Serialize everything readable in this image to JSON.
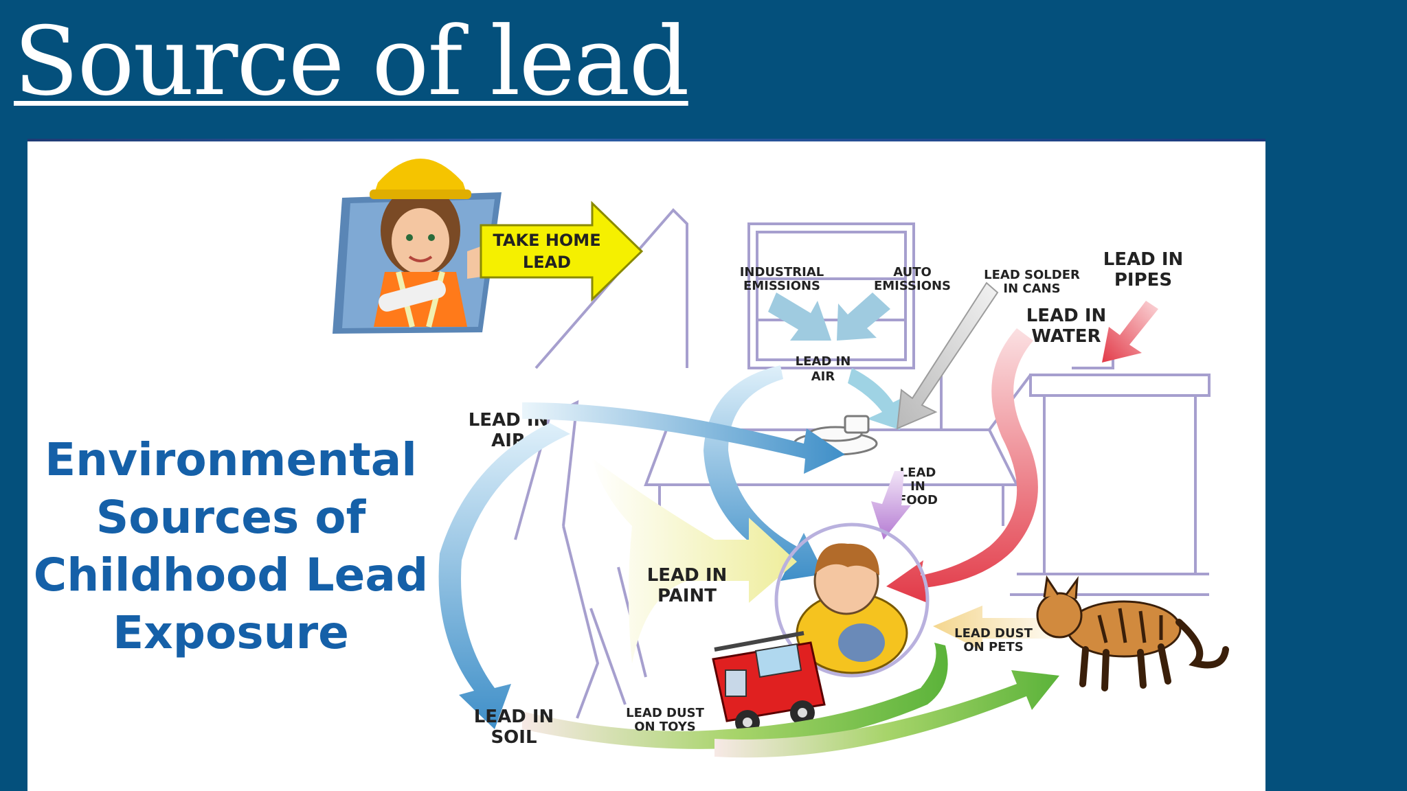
{
  "slide": {
    "title": "Source of lead"
  },
  "diagram": {
    "heading": [
      "Environmental",
      "Sources of",
      "Childhood Lead",
      "Exposure"
    ],
    "labels": {
      "take_home": [
        "TAKE HOME",
        "LEAD"
      ],
      "industrial": [
        "INDUSTRIAL",
        "EMISSIONS"
      ],
      "auto": [
        "AUTO",
        "EMISSIONS"
      ],
      "solder": [
        "LEAD SOLDER",
        "IN CANS"
      ],
      "pipes": [
        "LEAD IN",
        "PIPES"
      ],
      "water": [
        "LEAD IN",
        "WATER"
      ],
      "air_indoor": [
        "LEAD IN",
        "AIR"
      ],
      "air_outdoor": [
        "LEAD IN",
        "AIR"
      ],
      "food": [
        "LEAD",
        "IN",
        "FOOD"
      ],
      "paint": [
        "LEAD IN",
        "PAINT"
      ],
      "pets": [
        "LEAD DUST",
        "ON PETS"
      ],
      "soil": [
        "LEAD IN",
        "SOIL"
      ],
      "toys": [
        "LEAD DUST",
        "ON TOYS"
      ]
    },
    "colors": {
      "heading": "#1560a8",
      "take_home_arrow": "#f5f000",
      "water_arrow": "#e8424f",
      "air_arrow": "#5aa6d6",
      "paint_arrow": "#f3f2a6",
      "food_arrow": "#c49ad8",
      "toys_arrow": "#7cc043"
    }
  }
}
